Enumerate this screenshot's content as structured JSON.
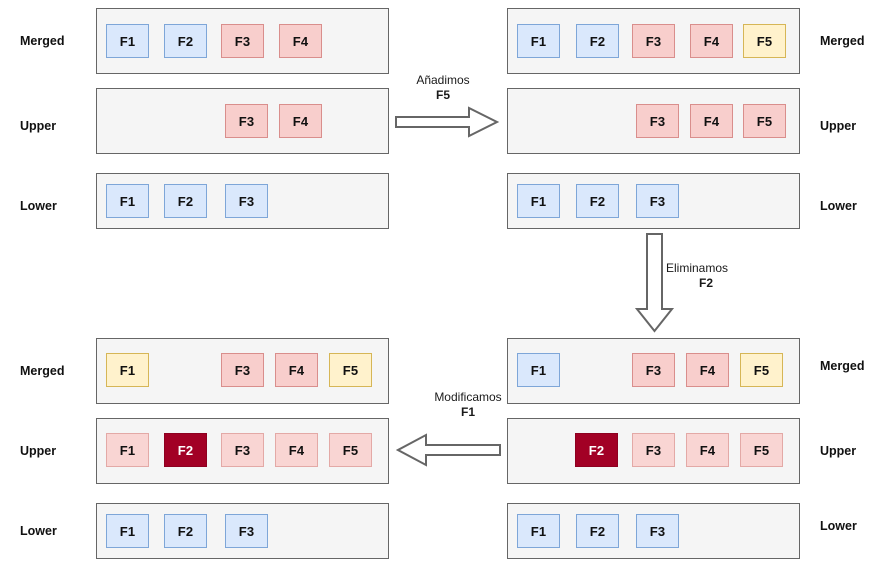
{
  "diagram": {
    "title": "Merged / Upper / Lower layer evolution",
    "palette": {
      "blue_fill": "#dae8fc",
      "blue_border": "#7ea6d8",
      "pink_fill": "#f8cecc",
      "pink_border": "#d98e8c",
      "light_pink_fill": "#f9d5d3",
      "light_pink_border": "#e3a9a6",
      "yellow_fill": "#fff2cc",
      "yellow_border": "#d6b656",
      "darkred_fill": "#a20025",
      "darkred_border": "#8d0020",
      "track_fill": "#f5f5f5",
      "track_border": "#666666",
      "arrow_stroke": "#666666",
      "text": "#1a1a1a"
    },
    "row_labels": {
      "merged": "Merged",
      "upper": "Upper",
      "lower": "Lower"
    },
    "panels": {
      "top_left": {
        "label_side": "left",
        "rows": [
          {
            "name": "Merged",
            "cells": [
              {
                "label": "F1",
                "color": "blue",
                "slot": 0
              },
              {
                "label": "F2",
                "color": "blue",
                "slot": 1
              },
              {
                "label": "F3",
                "color": "pink",
                "slot": 2
              },
              {
                "label": "F4",
                "color": "pink",
                "slot": 3
              }
            ]
          },
          {
            "name": "Upper",
            "cells": [
              {
                "label": "F3",
                "color": "pink",
                "slot": 2
              },
              {
                "label": "F4",
                "color": "pink",
                "slot": 3
              }
            ]
          },
          {
            "name": "Lower",
            "cells": [
              {
                "label": "F1",
                "color": "blue",
                "slot": 0
              },
              {
                "label": "F2",
                "color": "blue",
                "slot": 1
              },
              {
                "label": "F3",
                "color": "blue",
                "slot": 2
              }
            ]
          }
        ]
      },
      "top_right": {
        "label_side": "right",
        "rows": [
          {
            "name": "Merged",
            "cells": [
              {
                "label": "F1",
                "color": "blue",
                "slot": 0
              },
              {
                "label": "F2",
                "color": "blue",
                "slot": 1
              },
              {
                "label": "F3",
                "color": "pink",
                "slot": 2
              },
              {
                "label": "F4",
                "color": "pink",
                "slot": 3
              },
              {
                "label": "F5",
                "color": "yellow",
                "slot": 4
              }
            ]
          },
          {
            "name": "Upper",
            "cells": [
              {
                "label": "F3",
                "color": "pink",
                "slot": 2
              },
              {
                "label": "F4",
                "color": "pink",
                "slot": 3
              },
              {
                "label": "F5",
                "color": "pink",
                "slot": 4
              }
            ]
          },
          {
            "name": "Lower",
            "cells": [
              {
                "label": "F1",
                "color": "blue",
                "slot": 0
              },
              {
                "label": "F2",
                "color": "blue",
                "slot": 1
              },
              {
                "label": "F3",
                "color": "blue",
                "slot": 2
              }
            ]
          }
        ]
      },
      "bottom_right": {
        "label_side": "right",
        "rows": [
          {
            "name": "Merged",
            "cells": [
              {
                "label": "F1",
                "color": "blue",
                "slot": 0
              },
              {
                "label": "F3",
                "color": "pink",
                "slot": 2
              },
              {
                "label": "F4",
                "color": "pink",
                "slot": 3
              },
              {
                "label": "F5",
                "color": "yellow",
                "slot": 4
              }
            ]
          },
          {
            "name": "Upper",
            "cells": [
              {
                "label": "F2",
                "color": "darkred",
                "slot": 1
              },
              {
                "label": "F3",
                "color": "lpink",
                "slot": 2
              },
              {
                "label": "F4",
                "color": "lpink",
                "slot": 3
              },
              {
                "label": "F5",
                "color": "lpink",
                "slot": 4
              }
            ]
          },
          {
            "name": "Lower",
            "cells": [
              {
                "label": "F1",
                "color": "blue",
                "slot": 0
              },
              {
                "label": "F2",
                "color": "blue",
                "slot": 1
              },
              {
                "label": "F3",
                "color": "blue",
                "slot": 2
              }
            ]
          }
        ]
      },
      "bottom_left": {
        "label_side": "left",
        "rows": [
          {
            "name": "Merged",
            "cells": [
              {
                "label": "F1",
                "color": "yellow",
                "slot": 0
              },
              {
                "label": "F3",
                "color": "pink",
                "slot": 2
              },
              {
                "label": "F4",
                "color": "pink",
                "slot": 3
              },
              {
                "label": "F5",
                "color": "yellow",
                "slot": 4
              }
            ]
          },
          {
            "name": "Upper",
            "cells": [
              {
                "label": "F1",
                "color": "lpink",
                "slot": 0
              },
              {
                "label": "F2",
                "color": "darkred",
                "slot": 1
              },
              {
                "label": "F3",
                "color": "lpink",
                "slot": 2
              },
              {
                "label": "F4",
                "color": "lpink",
                "slot": 3
              },
              {
                "label": "F5",
                "color": "lpink",
                "slot": 4
              }
            ]
          },
          {
            "name": "Lower",
            "cells": [
              {
                "label": "F1",
                "color": "blue",
                "slot": 0
              },
              {
                "label": "F2",
                "color": "blue",
                "slot": 1
              },
              {
                "label": "F3",
                "color": "blue",
                "slot": 2
              }
            ]
          }
        ]
      }
    },
    "transitions": {
      "add": {
        "line1": "Añadimos",
        "line2": "F5",
        "direction": "right"
      },
      "delete": {
        "line1": "Eliminamos",
        "line2": "F2",
        "direction": "down"
      },
      "modify": {
        "line1": "Modificamos",
        "line2": "F1",
        "direction": "left"
      }
    }
  },
  "labels": {
    "tl_merged": "Merged",
    "tl_upper": "Upper",
    "tl_lower": "Lower",
    "tr_merged": "Merged",
    "tr_upper": "Upper",
    "tr_lower": "Lower",
    "bl_merged": "Merged",
    "bl_upper": "Upper",
    "bl_lower": "Lower",
    "br_merged": "Merged",
    "br_upper": "Upper",
    "br_lower": "Lower"
  },
  "cells": {
    "tl": {
      "m": [
        {
          "t": "F1"
        },
        {
          "t": "F2"
        },
        {
          "t": "F3"
        },
        {
          "t": "F4"
        }
      ],
      "u": [
        {
          "t": "F3"
        },
        {
          "t": "F4"
        }
      ],
      "l": [
        {
          "t": "F1"
        },
        {
          "t": "F2"
        },
        {
          "t": "F3"
        }
      ]
    },
    "tr": {
      "m": [
        {
          "t": "F1"
        },
        {
          "t": "F2"
        },
        {
          "t": "F3"
        },
        {
          "t": "F4"
        },
        {
          "t": "F5"
        }
      ],
      "u": [
        {
          "t": "F3"
        },
        {
          "t": "F4"
        },
        {
          "t": "F5"
        }
      ],
      "l": [
        {
          "t": "F1"
        },
        {
          "t": "F2"
        },
        {
          "t": "F3"
        }
      ]
    },
    "br": {
      "m": [
        {
          "t": "F1"
        },
        {
          "t": "F3"
        },
        {
          "t": "F4"
        },
        {
          "t": "F5"
        }
      ],
      "u": [
        {
          "t": "F2"
        },
        {
          "t": "F3"
        },
        {
          "t": "F4"
        },
        {
          "t": "F5"
        }
      ],
      "l": [
        {
          "t": "F1"
        },
        {
          "t": "F2"
        },
        {
          "t": "F3"
        }
      ]
    },
    "bl": {
      "m": [
        {
          "t": "F1"
        },
        {
          "t": "F3"
        },
        {
          "t": "F4"
        },
        {
          "t": "F5"
        }
      ],
      "u": [
        {
          "t": "F1"
        },
        {
          "t": "F2"
        },
        {
          "t": "F3"
        },
        {
          "t": "F4"
        },
        {
          "t": "F5"
        }
      ],
      "l": [
        {
          "t": "F1"
        },
        {
          "t": "F2"
        },
        {
          "t": "F3"
        }
      ]
    }
  },
  "captions": {
    "add_l1": "Añadimos",
    "add_l2": "F5",
    "del_l1": "Eliminamos",
    "del_l2": "F2",
    "mod_l1": "Modificamos",
    "mod_l2": "F1"
  }
}
